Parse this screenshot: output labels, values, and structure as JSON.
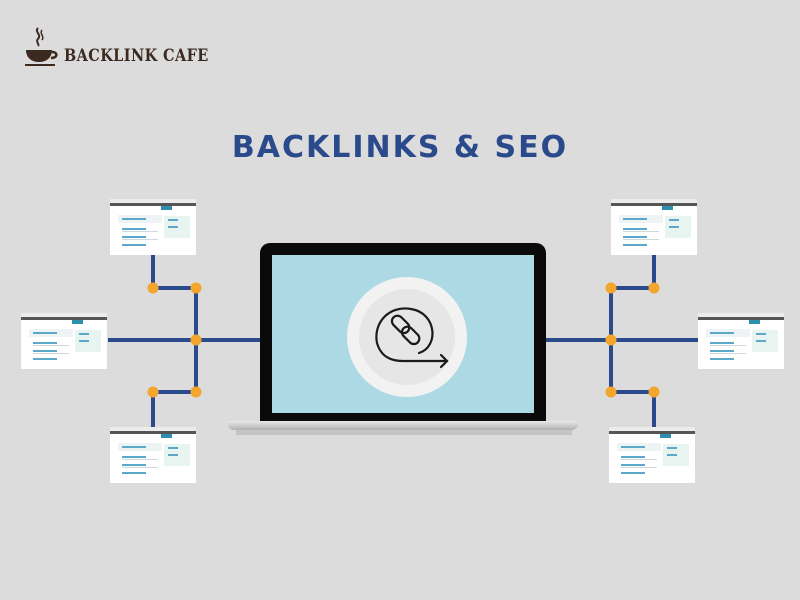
{
  "logo": {
    "text": "BACKLINK CAFE",
    "icon": "coffee-cup-icon"
  },
  "title": "BACKLINKS & SEO",
  "center": {
    "icon": "link-chain-arrow-icon"
  },
  "colors": {
    "background": "#dcdcdc",
    "title": "#2a4a8c",
    "connector": "#2a4a8c",
    "node": "#f3a52c",
    "screen": "#acd9e3",
    "logo": "#3b2a20"
  },
  "webpages": [
    {
      "id": "left-top"
    },
    {
      "id": "left-middle"
    },
    {
      "id": "left-bottom"
    },
    {
      "id": "right-top"
    },
    {
      "id": "right-middle"
    },
    {
      "id": "right-bottom"
    }
  ]
}
